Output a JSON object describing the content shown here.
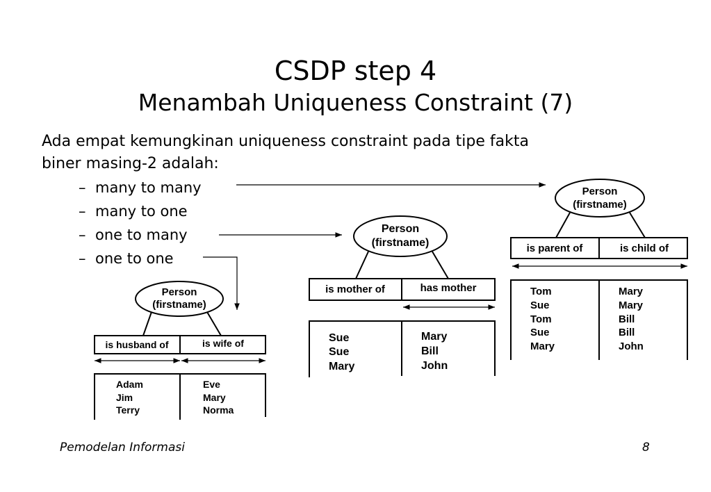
{
  "title": "CSDP step 4",
  "subtitle": "Menambah Uniqueness Constraint (7)",
  "intro_line1": "Ada empat kemungkinan uniqueness constraint pada tipe fakta",
  "intro_line2": "biner masing-2 adalah:",
  "bullets": [
    "many to many",
    "many to one",
    "one to many",
    "one to one"
  ],
  "dash": "–",
  "entity_name": "Person",
  "entity_ref": "(firstname)",
  "diagram_one_to_one": {
    "role_left": "is husband of",
    "role_right": "is wife of",
    "col_left": [
      "Adam",
      "Jim",
      "Terry"
    ],
    "col_right": [
      "Eve",
      "Mary",
      "Norma"
    ]
  },
  "diagram_one_to_many": {
    "role_left": "is mother of",
    "role_right": "has mother",
    "col_left": [
      "Sue",
      "Sue",
      "Mary"
    ],
    "col_right": [
      "Mary",
      "Bill",
      "John"
    ]
  },
  "diagram_many_to_many": {
    "role_left": "is parent of",
    "role_right": "is child of",
    "col_left": [
      "Tom",
      "Sue",
      "Tom",
      "Sue",
      "Mary"
    ],
    "col_right": [
      "Mary",
      "Mary",
      "Bill",
      "Bill",
      "John"
    ]
  },
  "footer_left": "Pemodelan Informasi",
  "footer_right": "8"
}
